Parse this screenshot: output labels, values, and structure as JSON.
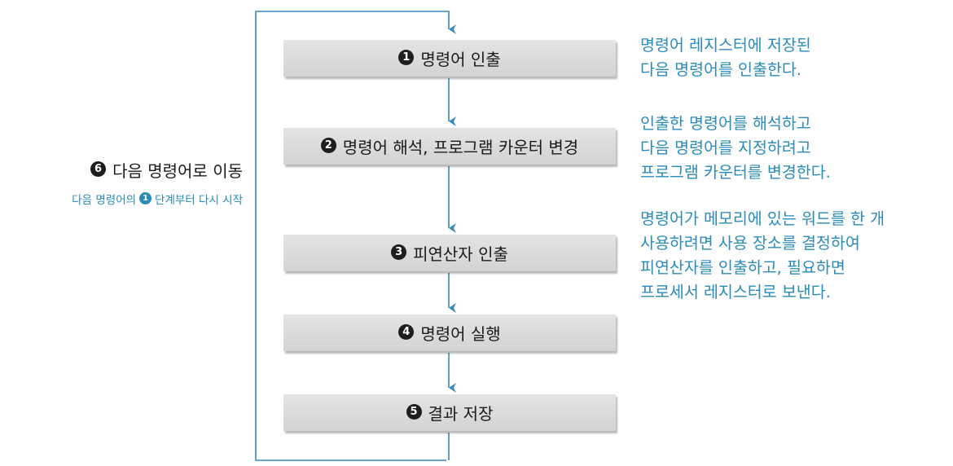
{
  "steps": [
    {
      "num": "1",
      "label": "명령어 인출"
    },
    {
      "num": "2",
      "label": "명령어 해석, 프로그램 카운터 변경"
    },
    {
      "num": "3",
      "label": "피연산자 인출"
    },
    {
      "num": "4",
      "label": "명령어 실행"
    },
    {
      "num": "5",
      "label": "결과 저장"
    }
  ],
  "descriptions": [
    {
      "lines": [
        "명령어 레지스터에 저장된",
        "다음 명령어를 인출한다."
      ]
    },
    {
      "lines": [
        "인출한 명령어를 해석하고",
        "다음 명령어를 지정하려고",
        "프로그램 카운터를 변경한다."
      ]
    },
    {
      "lines": [
        "명령어가 메모리에 있는 워드를 한 개",
        "사용하려면 사용 장소를 결정하여",
        "피연산자를 인출하고, 필요하면",
        "프로세서 레지스터로 보낸다."
      ]
    }
  ],
  "loop": {
    "num": "6",
    "title": "다음 명령어로 이동",
    "subtitle_before": "다음 명령어의",
    "subtitle_ref": "1",
    "subtitle_after": "단계부터 다시 시작"
  },
  "colors": {
    "arrow": "#3a88b5",
    "description_text": "#2a8bb8",
    "step_box": "#dadada"
  }
}
